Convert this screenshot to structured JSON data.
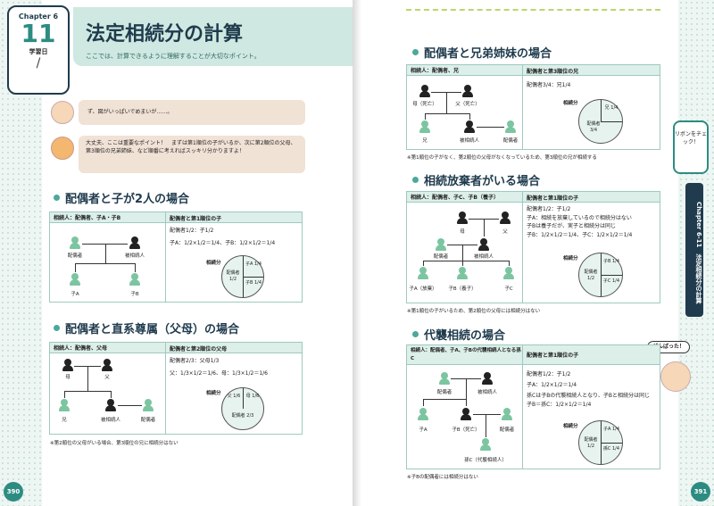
{
  "left": {
    "chapter_label": "Chapter 6",
    "chapter_num": "11",
    "study_label": "学習日",
    "study_value": "/",
    "title": "法定相続分の計算",
    "subtitle": "ここでは、計算できるように理解することが大切なポイント。",
    "bubble1": "ず、図がいっぱいでめまいが……。",
    "bubble2": "大丈夫、ここは重要なポイント！　まずは第1順位の子がいるか、次に第2順位の父母、第3順位の兄弟姉妹、など順番に考えればスッキリ分かりますよ！",
    "page_num": "390",
    "s1": {
      "title": "配偶者と子が2人の場合",
      "col1": "相続人：配偶者、子A・子B",
      "col2": "配偶者と第1順位の子",
      "calc1": "配偶者1/2：子1/2",
      "calc2": "子A：1/2×1/2＝1/4、子B：1/2×1/2＝1/4",
      "labels": [
        "配偶者",
        "被相続人",
        "子A",
        "子B"
      ],
      "pie_label": "相続分",
      "pie_left": "配偶者 1/2",
      "pie_r1": "子A 1/4",
      "pie_r2": "子B 1/4"
    },
    "s2": {
      "title": "配偶者と直系尊属（父母）の場合",
      "col1": "相続人：配偶者、父母",
      "col2": "配偶者と第2順位の父母",
      "calc1": "配偶者2/3：父母1/3",
      "calc2": "父：1/3×1/2＝1/6、母：1/3×1/2＝1/6",
      "labels": [
        "母",
        "父",
        "兄",
        "被相続人",
        "配偶者"
      ],
      "pie_label": "相続分",
      "pie_left": "配偶者 2/3",
      "pie_r1": "父 1/6",
      "pie_r2": "母 1/6",
      "note": "※第2順位の父母がいる場合、第3順位の兄に相続分はない"
    }
  },
  "right": {
    "page_num": "391",
    "side_tab": "Chapter 6-11",
    "side_title": "法定相続分の計算",
    "side_bubble": "リボンをチェック！",
    "cheer": "がんばった！",
    "s3": {
      "title": "配偶者と兄弟姉妹の場合",
      "col1": "相続人：配偶者、兄",
      "col2": "配偶者と第3順位の兄",
      "calc1": "配偶者3/4：兄1/4",
      "labels": [
        "母（死亡）",
        "父（死亡）",
        "兄",
        "被相続人",
        "配偶者"
      ],
      "pie_label": "相続分",
      "pie_left": "配偶者 3/4",
      "pie_right": "兄 1/4",
      "note": "※第1順位の子がなく、第2順位の父母がなくなっているため、第3順位の兄が相続する"
    },
    "s4": {
      "title": "相続放棄者がいる場合",
      "col1": "相続人：配偶者、子C、子B（養子）",
      "col2": "配偶者と第1順位の子",
      "calc1": "配偶者1/2：子1/2",
      "calc2": "子A：相続を放棄しているので相続分はない",
      "calc3": "子Bは養子だが、実子と相続分は同じ",
      "calc4": "子B：1/2×1/2＝1/4、子C：1/2×1/2＝1/4",
      "labels": [
        "母",
        "父",
        "被相続人",
        "配偶者",
        "子A（放棄）",
        "子B（養子）",
        "子C"
      ],
      "pie_label": "相続分",
      "pie_left": "配偶者 1/2",
      "pie_r1": "子B 1/4",
      "pie_r2": "子C 1/4",
      "note": "※第1順位の子がいるため、第2順位の父母には相続分はない"
    },
    "s5": {
      "title": "代襲相続の場合",
      "col1": "相続人：配偶者、子A、子Bの代襲相続人となる孫C",
      "col2": "配偶者と第1順位の子",
      "calc1": "配偶者1/2：子1/2",
      "calc2": "子A：1/2×1/2＝1/4",
      "calc3": "孫Cは子Bの代襲相続人となり、子Bと相続分は同じ",
      "calc4": "子B＝孫C：1/2×1/2＝1/4",
      "labels": [
        "配偶者",
        "被相続人",
        "子A",
        "子B（死亡）",
        "配偶者",
        "孫C（代襲相続人）"
      ],
      "pie_label": "相続分",
      "pie_left": "配偶者 1/2",
      "pie_r1": "子A 1/4",
      "pie_r2": "孫C 1/4",
      "note": "※子Bの配偶者には相続分はない"
    }
  },
  "colors": {
    "accent": "#2d8c82",
    "header": "#dcefe9",
    "highlight": "#e9830f",
    "person": "#7cc5a1"
  }
}
